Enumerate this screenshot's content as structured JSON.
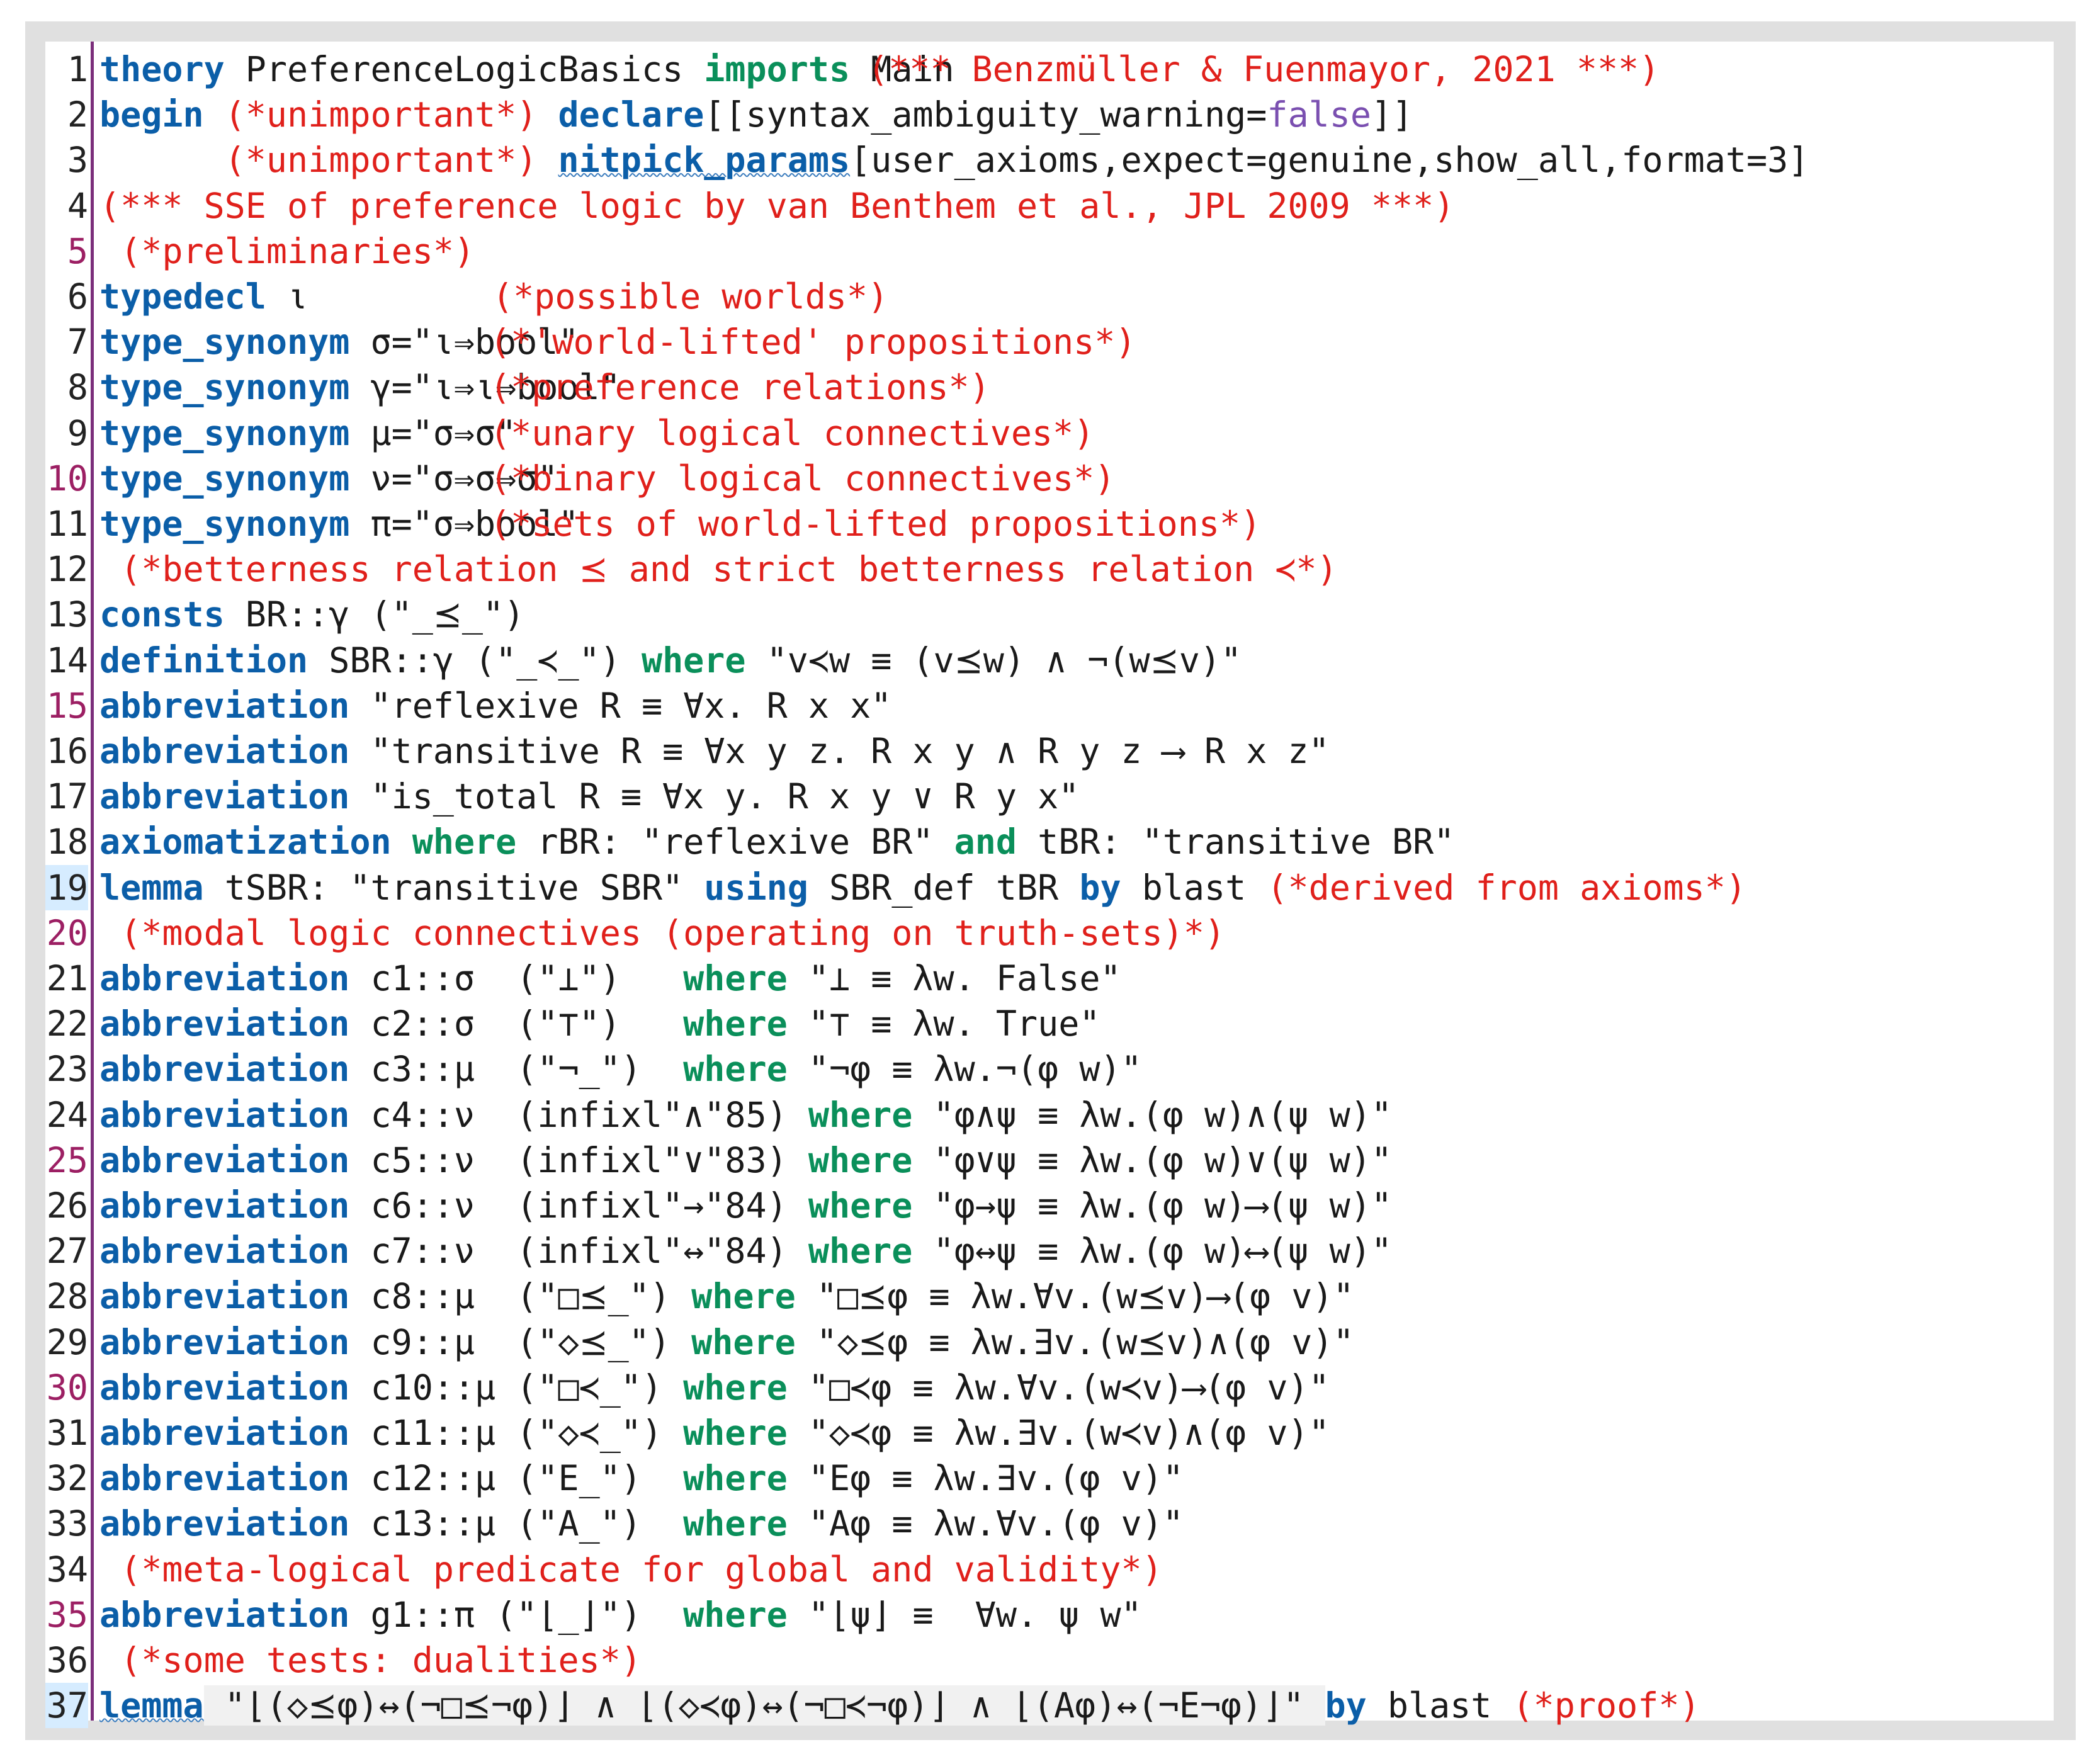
{
  "editor": {
    "lines": [
      {
        "n": "1",
        "kw1": "theory",
        "t1": " PreferenceLogicBasics ",
        "kw2": "imports",
        "t2": " Main",
        "c": "(*** Benzmüller & Fuenmayor, 2021 ***)"
      },
      {
        "n": "2",
        "kw1": "begin",
        "c": "(*unimportant*)",
        "kw2": "declare",
        "t1": "[[syntax_ambiguity_warning=",
        "lit": "false",
        "t2": "]]"
      },
      {
        "n": "3",
        "c": "(*unimportant*)",
        "kw2": "nitpick_params",
        "t1": "[user_axioms,expect=genuine,show_all,format=3]"
      },
      {
        "n": "4",
        "c": "(*** SSE of preference logic by van Benthem et al., JPL 2009 ***)"
      },
      {
        "n": "5",
        "c": "(*preliminaries*)"
      },
      {
        "n": "6",
        "kw1": "typedecl",
        "t1": " ι",
        "c": "(*possible worlds*)"
      },
      {
        "n": "7",
        "kw1": "type_synonym",
        "t1": " σ=\"ι⇒bool\"",
        "c": "(*'world-lifted' propositions*)"
      },
      {
        "n": "8",
        "kw1": "type_synonym",
        "t1": " γ=\"ι⇒ι⇒bool\"",
        "c": "(*preference relations*)"
      },
      {
        "n": "9",
        "kw1": "type_synonym",
        "t1": " μ=\"σ⇒σ\"",
        "c": "(*unary logical connectives*)"
      },
      {
        "n": "10",
        "kw1": "type_synonym",
        "t1": " ν=\"σ⇒σ⇒σ\"",
        "c": "(*binary logical connectives*)"
      },
      {
        "n": "11",
        "kw1": "type_synonym",
        "t1": " π=\"σ⇒bool\"",
        "c": "(*sets of world-lifted propositions*)"
      },
      {
        "n": "12",
        "c": "(*betterness relation ⪯ and strict betterness relation ≺*)"
      },
      {
        "n": "13",
        "kw1": "consts",
        "t1": " BR::γ (\"_⪯_\")"
      },
      {
        "n": "14",
        "kw1": "definition",
        "t1": " SBR::γ (\"_≺_\") ",
        "kw2": "where",
        "t2": " \"v≺w ≡ (v⪯w) ∧ ¬(w⪯v)\""
      },
      {
        "n": "15",
        "kw1": "abbreviation",
        "t1": " \"reflexive R ≡ ∀x. R x x\""
      },
      {
        "n": "16",
        "kw1": "abbreviation",
        "t1": " \"transitive R ≡ ∀x y z. R x y ∧ R y z ⟶ R x z\""
      },
      {
        "n": "17",
        "kw1": "abbreviation",
        "t1": " \"is_total R ≡ ∀x y. R x y ∨ R y x\""
      },
      {
        "n": "18",
        "kw1": "axiomatization",
        "kw2": "where",
        "t1": " rBR: \"reflexive BR\" ",
        "kw3": "and",
        "t2": " tBR: \"transitive BR\""
      },
      {
        "n": "19",
        "kw1": "lemma",
        "t1": " tSBR: \"transitive SBR\" ",
        "kw2": "using",
        "t2": " SBR_def tBR ",
        "kw3": "by",
        "t3": " blast ",
        "c": "(*derived from axioms*)"
      },
      {
        "n": "20",
        "c": "(*modal logic connectives (operating on truth-sets)*)"
      },
      {
        "n": "21",
        "kw1": "abbreviation",
        "t1": " c1::σ  (\"⊥\")   ",
        "kw2": "where",
        "t2": " \"⊥ ≡ λw. False\""
      },
      {
        "n": "22",
        "kw1": "abbreviation",
        "t1": " c2::σ  (\"⊤\")   ",
        "kw2": "where",
        "t2": " \"⊤ ≡ λw. True\""
      },
      {
        "n": "23",
        "kw1": "abbreviation",
        "t1": " c3::μ  (\"¬_\")  ",
        "kw2": "where",
        "t2": " \"¬φ ≡ λw.¬(φ w)\""
      },
      {
        "n": "24",
        "kw1": "abbreviation",
        "t1": " c4::ν  (infixl\"∧\"85) ",
        "kw2": "where",
        "t2": " \"φ∧ψ ≡ λw.(φ w)∧(ψ w)\""
      },
      {
        "n": "25",
        "kw1": "abbreviation",
        "t1": " c5::ν  (infixl\"∨\"83) ",
        "kw2": "where",
        "t2": " \"φ∨ψ ≡ λw.(φ w)∨(ψ w)\""
      },
      {
        "n": "26",
        "kw1": "abbreviation",
        "t1": " c6::ν  (infixl\"→\"84) ",
        "kw2": "where",
        "t2": " \"φ→ψ ≡ λw.(φ w)⟶(ψ w)\""
      },
      {
        "n": "27",
        "kw1": "abbreviation",
        "t1": " c7::ν  (infixl\"↔\"84) ",
        "kw2": "where",
        "t2": " \"φ↔ψ ≡ λw.(φ w)⟷(ψ w)\""
      },
      {
        "n": "28",
        "kw1": "abbreviation",
        "t1": " c8::μ  (\"□⪯_\") ",
        "kw2": "where",
        "t2": " \"□⪯φ ≡ λw.∀v.(w⪯v)⟶(φ v)\""
      },
      {
        "n": "29",
        "kw1": "abbreviation",
        "t1": " c9::μ  (\"◇⪯_\") ",
        "kw2": "where",
        "t2": " \"◇⪯φ ≡ λw.∃v.(w⪯v)∧(φ v)\""
      },
      {
        "n": "30",
        "kw1": "abbreviation",
        "t1": " c10::μ (\"□≺_\") ",
        "kw2": "where",
        "t2": " \"□≺φ ≡ λw.∀v.(w≺v)⟶(φ v)\""
      },
      {
        "n": "31",
        "kw1": "abbreviation",
        "t1": " c11::μ (\"◇≺_\") ",
        "kw2": "where",
        "t2": " \"◇≺φ ≡ λw.∃v.(w≺v)∧(φ v)\""
      },
      {
        "n": "32",
        "kw1": "abbreviation",
        "t1": " c12::μ (\"E_\")  ",
        "kw2": "where",
        "t2": " \"Eφ ≡ λw.∃v.(φ v)\""
      },
      {
        "n": "33",
        "kw1": "abbreviation",
        "t1": " c13::μ (\"A_\")  ",
        "kw2": "where",
        "t2": " \"Aφ ≡ λw.∀v.(φ v)\""
      },
      {
        "n": "34",
        "c": "(*meta-logical predicate for global and validity*)"
      },
      {
        "n": "35",
        "kw1": "abbreviation",
        "t1": " g1::π (\"⌊_⌋\")  ",
        "kw2": "where",
        "t2": " \"⌊ψ⌋ ≡  ∀w. ψ w\""
      },
      {
        "n": "36",
        "c": "(*some tests: dualities*)"
      },
      {
        "n": "37",
        "kw1": "lemma",
        "t1": " \"⌊(◇⪯φ)↔(¬□⪯¬φ)⌋ ∧ ⌊(◇≺φ)↔(¬□≺¬φ)⌋ ∧ ⌊(Aφ)↔(¬E¬φ)⌋\" ",
        "kw2": "by",
        "t2": " blast ",
        "c": "(*proof*)"
      }
    ]
  }
}
